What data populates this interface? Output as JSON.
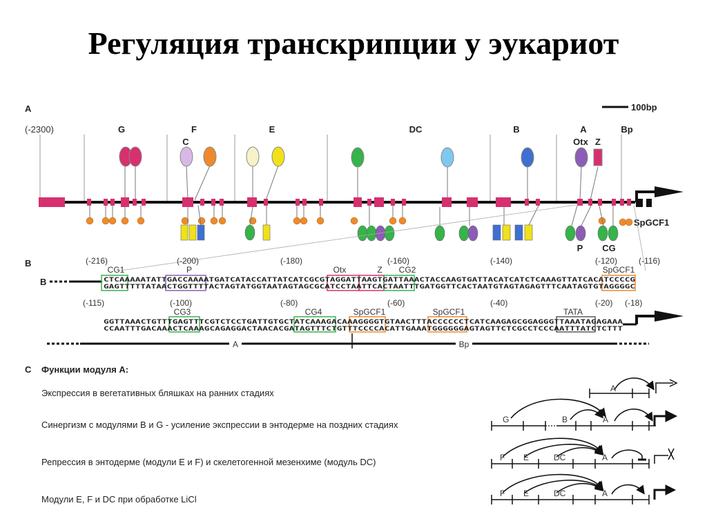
{
  "title": "Регуляция транскрипции у эукариот",
  "panel_a": {
    "label": "A",
    "scale_label": "100bp",
    "start_position": "(-2300)",
    "module_labels": [
      "G",
      "F",
      "E",
      "DC",
      "B",
      "A",
      "Bp"
    ],
    "factor_labels": [
      "C",
      "Otx",
      "Z"
    ],
    "below_labels": [
      "P",
      "CG",
      "SpGCF1"
    ]
  },
  "panel_b": {
    "label": "B",
    "row1_label": "B",
    "row1_positions": [
      "(-216)",
      "(-200)",
      "(-180)",
      "(-160)",
      "(-140)",
      "(-120)",
      "(-116)"
    ],
    "row1_boxes": [
      "CG1",
      "P",
      "Otx",
      "Z",
      "CG2",
      "SpGCF1"
    ],
    "row1_top": "CTCAAAAATATTGACCAAAATGATCATACCATTATCATCGCGTAGGATTAAGTGATTAAACTACCAAGTGATTACATCATCTCAAAGTTATCACATCCCCG",
    "row1_bottom": "GAGTTTTTATAACTGGTTTTACTAGTATGGTAATAGTAGCGCATCCTAATTCACTAATTTGATGGTTCACTAATGTAGTAGAGTTTCAATAGTGTAGGGGC",
    "row2_positions": [
      "(-115)",
      "(-100)",
      "(-80)",
      "(-60)",
      "(-40)",
      "(-20)",
      "(-18)"
    ],
    "row2_boxes": [
      "CG3",
      "CG4",
      "SpGCF1",
      "SpGCF1",
      "TATA"
    ],
    "row2_top": "GGTTAAACTGTTTGAGTTTCGTCTCCTGATTGTGCTATCAAAGACAAAGGGGTGTAACTTTACCCCCCTCATCAAGAGCGGAGGGTTAAATAGAGAAA",
    "row2_bottom": "CCAATTTGACAAACTCAAAGCAGAGGACTAACACGATAGTTTCTGTTTCCCCACATTGAAATGGGGGGAGTAGTTCTCGCCTCCCAATTTATCTCTTT",
    "bottom_labels": [
      "A",
      "Bp"
    ]
  },
  "panel_c": {
    "label": "C",
    "heading": "Функции модуля A:",
    "rows": [
      {
        "text": "Экспрессия в вегетативных бляшках на ранних стадиях",
        "modules": [
          "A"
        ]
      },
      {
        "text": "Синергизм с модулями B и G - усиление экспрессии в энтодерме на поздних стадиях",
        "modules": [
          "G",
          "B",
          "A"
        ]
      },
      {
        "text": "Репрессия в энтодерме (модули E и F) и скелетогенной мезенхиме (модуль DC)",
        "modules": [
          "F",
          "E",
          "DC",
          "A"
        ]
      },
      {
        "text": "Модули E, F и  DC при обработке LiCl",
        "modules": [
          "F",
          "E",
          "DC",
          "A"
        ]
      }
    ]
  },
  "colors": {
    "magenta": "#d6306f",
    "orange": "#ee8a2c",
    "green": "#36b34a",
    "yellow": "#f0e11a",
    "blue": "#3f6fd0",
    "purple": "#8c5db5",
    "lavender": "#d9b8e6",
    "cream": "#f6f2c8",
    "lightblue": "#7ec9ef"
  }
}
